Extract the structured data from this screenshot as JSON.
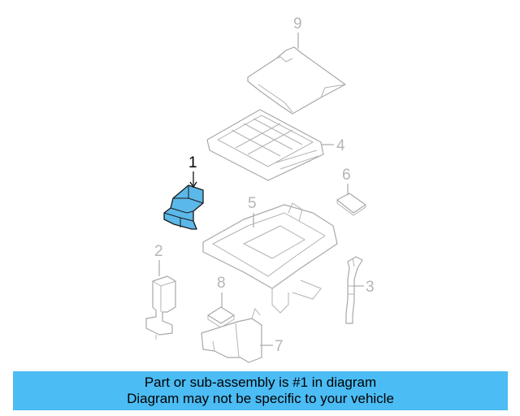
{
  "diagram": {
    "callouts": {
      "c1": "1",
      "c2": "2",
      "c3": "3",
      "c4": "4",
      "c5": "5",
      "c6": "6",
      "c7": "7",
      "c8": "8",
      "c9": "9"
    },
    "highlighted_part": "1",
    "colors": {
      "highlight_fill": "#5bb8e8",
      "line_gray": "#a8a8a8",
      "banner": "#4bbcf4"
    }
  },
  "banner": {
    "line1": "Part or sub-assembly is #1 in diagram",
    "line2": "Diagram may not be specific to your vehicle"
  }
}
